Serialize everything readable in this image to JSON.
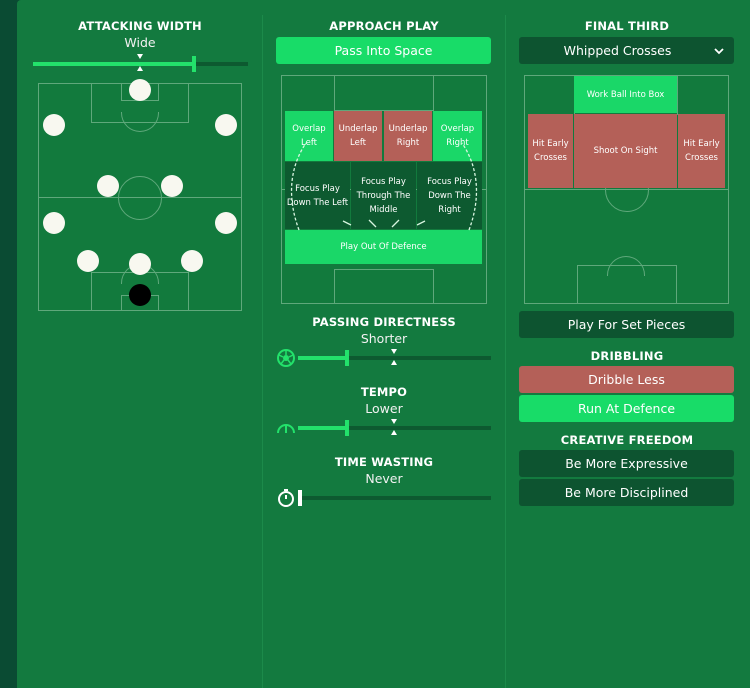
{
  "attacking_width": {
    "title": "ATTACKING WIDTH",
    "value": "Wide",
    "level": 0.75
  },
  "approach_play": {
    "title": "APPROACH PLAY",
    "selected": "Pass Into Space",
    "zones": {
      "overlap_left": "Overlap Left",
      "underlap_left": "Underlap Left",
      "underlap_right": "Underlap Right",
      "overlap_right": "Overlap Right",
      "focus_left": "Focus Play Down The Left",
      "focus_middle": "Focus Play Through The Middle",
      "focus_right": "Focus Play Down The Right",
      "play_out": "Play Out Of Defence"
    }
  },
  "final_third": {
    "title": "FINAL THIRD",
    "dropdown_value": "Whipped Crosses",
    "zones": {
      "work_ball": "Work Ball Into Box",
      "hit_early_left": "Hit Early Crosses",
      "shoot_on_sight": "Shoot On Sight",
      "hit_early_right": "Hit Early Crosses"
    },
    "set_pieces_label": "Play For Set Pieces"
  },
  "passing_directness": {
    "title": "PASSING DIRECTNESS",
    "value": "Shorter",
    "level": 0.25
  },
  "tempo": {
    "title": "TEMPO",
    "value": "Lower",
    "level": 0.25
  },
  "time_wasting": {
    "title": "TIME WASTING",
    "value": "Never",
    "level": 0.0
  },
  "dribbling": {
    "title": "DRIBBLING",
    "less_label": "Dribble Less",
    "run_label": "Run At Defence"
  },
  "creative_freedom": {
    "title": "CREATIVE FREEDOM",
    "expressive_label": "Be More Expressive",
    "disciplined_label": "Be More Disciplined"
  },
  "colors": {
    "accent": "#23e26b",
    "panel": "#137a3f",
    "red_zone": "#b46058"
  }
}
